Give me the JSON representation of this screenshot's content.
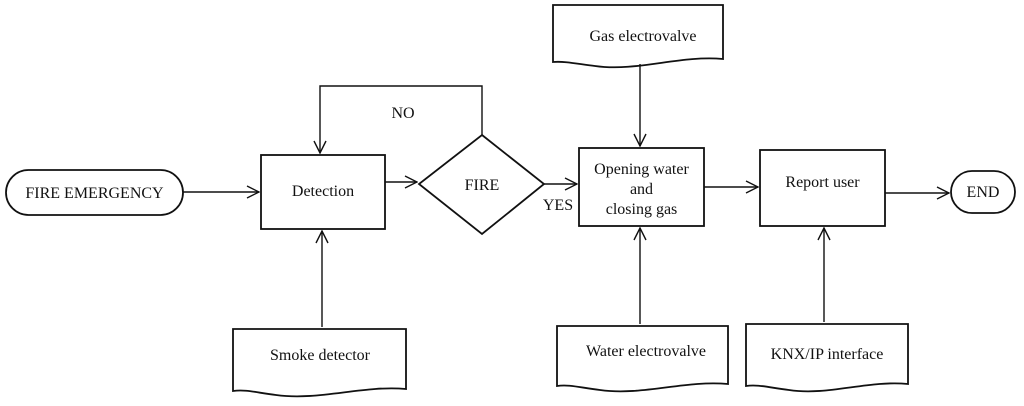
{
  "diagram": {
    "start": "FIRE EMERGENCY",
    "detection": "Detection",
    "decision": "FIRE",
    "no_label": "NO",
    "yes_label": "YES",
    "action": {
      "line1": "Opening water",
      "line2": "and",
      "line3": "closing gas"
    },
    "report": "Report user",
    "end": "END",
    "smoke_detector": "Smoke detector",
    "gas_electrovalve": "Gas electrovalve",
    "water_electrovalve": "Water electrovalve",
    "knx_interface": "KNX/IP interface"
  }
}
